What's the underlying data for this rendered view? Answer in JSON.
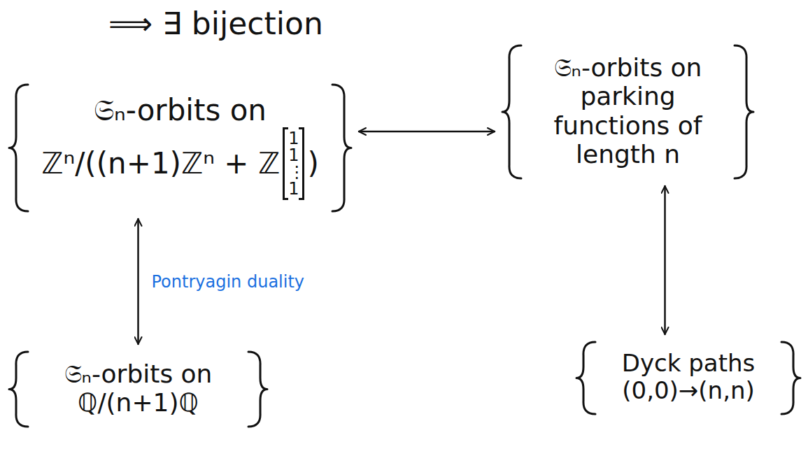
{
  "diagram": {
    "nodes": [
      {
        "text": [
          "𝔖ₙ-orbits on",
          "ℤⁿ/((n+1)ℤⁿ + ℤ",
          "1 1 ⋮ 1",
          ")"
        ]
      },
      {
        "text": [
          "𝔖ₙ-orbits on parking functions of length n"
        ]
      },
      {
        "text": [
          "𝔖ₙ-orbits on ℚ/(n+1)ℚ"
        ]
      },
      {
        "text": [
          "Dyck paths (0,0)→(n,n)"
        ]
      }
    ],
    "edges": [
      {
        "from": 0,
        "to": 1,
        "arrow": "both"
      },
      {
        "from": 0,
        "to": 2,
        "arrow": "both",
        "label": "Pontryagin duality"
      },
      {
        "from": 1,
        "to": 3,
        "arrow": "both"
      }
    ],
    "labels": [
      "⟹ ∃ bijection"
    ]
  }
}
